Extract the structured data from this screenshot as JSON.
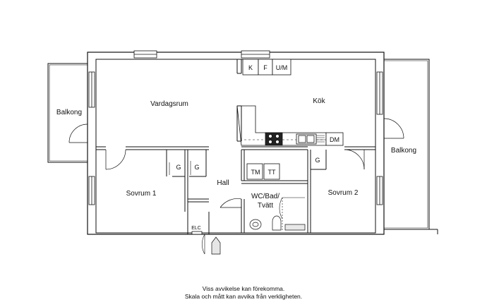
{
  "rooms": {
    "vardagsrum": "Vardagsrum",
    "kok": "Kök",
    "balkong_left": "Balkong",
    "balkong_right": "Balkong",
    "sovrum1": "Sovrum 1",
    "sovrum2": "Sovrum 2",
    "hall": "Hall",
    "wc_line1": "WC/Bad/",
    "wc_line2": "Tvätt"
  },
  "fixtures": {
    "k": "K",
    "f": "F",
    "um": "U/M",
    "dm": "DM",
    "g1": "G",
    "g2": "G",
    "g3": "G",
    "tm": "TM",
    "tt": "TT",
    "elc": "ELC"
  },
  "disclaimer": {
    "line1": "Viss avvikelse kan förekomma.",
    "line2": "Skala och mått kan avvika från verkligheten."
  }
}
